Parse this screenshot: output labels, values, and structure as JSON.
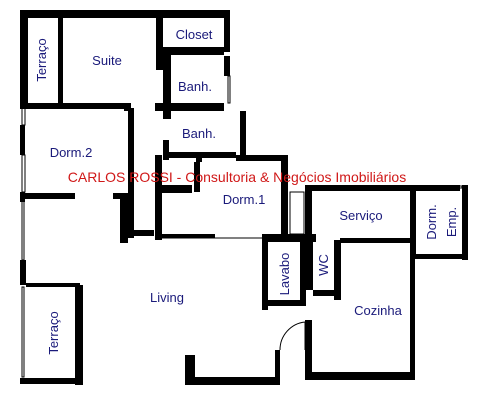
{
  "floor_plan": {
    "rooms": {
      "terraco_top": "Terraço",
      "suite": "Suite",
      "closet": "Closet",
      "banh_1": "Banh.",
      "banh_2": "Banh.",
      "dorm_2": "Dorm.2",
      "dorm_1": "Dorm.1",
      "servico": "Serviço",
      "dorm_emp_1": "Dorm.",
      "dorm_emp_2": "Emp.",
      "lavabo": "Lavabo",
      "wc": "WC",
      "living": "Living",
      "cozinha": "Cozinha",
      "terraco_bottom": "Terraço"
    },
    "watermark": "CARLOS ROSSI - Consultoria & Negócios Imobiliários",
    "colors": {
      "wall": "#000000",
      "label": "#1a1a7a",
      "watermark": "#d01818",
      "background": "#ffffff"
    }
  }
}
